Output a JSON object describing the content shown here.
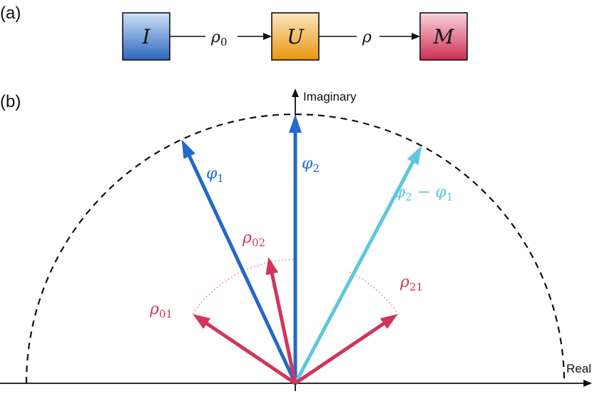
{
  "panels": {
    "a": {
      "label": "(a)"
    },
    "b": {
      "label": "(b)"
    }
  },
  "flow": {
    "boxes": [
      {
        "id": "I",
        "label": "I",
        "color_top": "#cfe2f7",
        "color_bottom": "#2b66bf"
      },
      {
        "id": "U",
        "label": "U",
        "color_top": "#fde6c1",
        "color_bottom": "#e9960f"
      },
      {
        "id": "M",
        "label": "M",
        "color_top": "#f9d4dc",
        "color_bottom": "#cf2d52"
      }
    ],
    "edges": [
      {
        "from": "I",
        "to": "U",
        "symbol": "ρ",
        "sub": "0"
      },
      {
        "from": "U",
        "to": "M",
        "symbol": "ρ",
        "sub": ""
      }
    ]
  },
  "axes": {
    "x_label": "Real",
    "y_label": "Imaginary"
  },
  "colors": {
    "phi": "#2468c8",
    "phi_diff": "#5bc8dc",
    "rho": "#d3355a",
    "rho_arc": "#f09aaa",
    "circle": "#111111",
    "axis": "#111111"
  },
  "vectors": {
    "phi1": {
      "symbol": "φ",
      "sub": "1",
      "angle_deg": 115,
      "length": 1.0
    },
    "phi2": {
      "symbol": "φ",
      "sub": "2",
      "angle_deg": 90,
      "length": 1.0
    },
    "phi_diff": {
      "symbol": "φ",
      "sub_a": "2",
      "minus": " − ",
      "symbol_b": "φ",
      "sub_b": "1",
      "angle_deg": 62,
      "length": 1.0
    },
    "rho01": {
      "symbol": "ρ",
      "sub": "01",
      "angle_deg": 146,
      "length": 0.46
    },
    "rho02": {
      "symbol": "ρ",
      "sub": "02",
      "angle_deg": 102,
      "length": 0.48
    },
    "rho21": {
      "symbol": "ρ",
      "sub": "21",
      "angle_deg": 34,
      "length": 0.46
    }
  }
}
